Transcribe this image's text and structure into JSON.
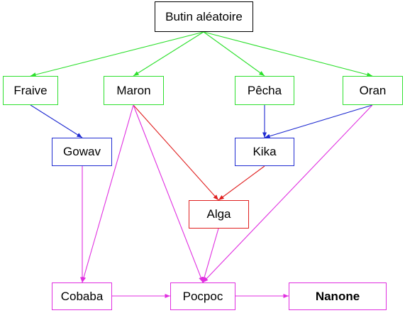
{
  "colors": {
    "black": "#000000",
    "green": "#2ee02e",
    "blue": "#1f2bd1",
    "red": "#e01f1f",
    "magenta": "#e02ee0"
  },
  "nodes": {
    "root": {
      "label": "Butin aléatoire",
      "color": "#000000"
    },
    "fraive": {
      "label": "Fraive",
      "color": "#2ee02e"
    },
    "maron": {
      "label": "Maron",
      "color": "#2ee02e"
    },
    "pecha": {
      "label": "Pêcha",
      "color": "#2ee02e"
    },
    "oran": {
      "label": "Oran",
      "color": "#2ee02e"
    },
    "gowav": {
      "label": "Gowav",
      "color": "#1f2bd1"
    },
    "kika": {
      "label": "Kika",
      "color": "#1f2bd1"
    },
    "alga": {
      "label": "Alga",
      "color": "#e01f1f"
    },
    "cobaba": {
      "label": "Cobaba",
      "color": "#e02ee0"
    },
    "pocpoc": {
      "label": "Pocpoc",
      "color": "#e02ee0"
    },
    "nanone": {
      "label": "Nanone",
      "color": "#e02ee0"
    }
  },
  "edges": [
    {
      "from": "root",
      "to": "fraive",
      "color": "#2ee02e"
    },
    {
      "from": "root",
      "to": "maron",
      "color": "#2ee02e"
    },
    {
      "from": "root",
      "to": "pecha",
      "color": "#2ee02e"
    },
    {
      "from": "root",
      "to": "oran",
      "color": "#2ee02e"
    },
    {
      "from": "fraive",
      "to": "gowav",
      "color": "#1f2bd1"
    },
    {
      "from": "pecha",
      "to": "kika",
      "color": "#1f2bd1"
    },
    {
      "from": "oran",
      "to": "kika",
      "color": "#1f2bd1"
    },
    {
      "from": "maron",
      "to": "alga",
      "color": "#e01f1f"
    },
    {
      "from": "kika",
      "to": "alga",
      "color": "#e01f1f"
    },
    {
      "from": "gowav",
      "to": "cobaba",
      "color": "#e02ee0"
    },
    {
      "from": "maron",
      "to": "cobaba",
      "color": "#e02ee0"
    },
    {
      "from": "maron",
      "to": "pocpoc",
      "color": "#e02ee0"
    },
    {
      "from": "alga",
      "to": "pocpoc",
      "color": "#e02ee0"
    },
    {
      "from": "oran",
      "to": "pocpoc",
      "color": "#e02ee0"
    },
    {
      "from": "cobaba",
      "to": "pocpoc",
      "color": "#e02ee0"
    },
    {
      "from": "pocpoc",
      "to": "nanone",
      "color": "#e02ee0"
    }
  ]
}
